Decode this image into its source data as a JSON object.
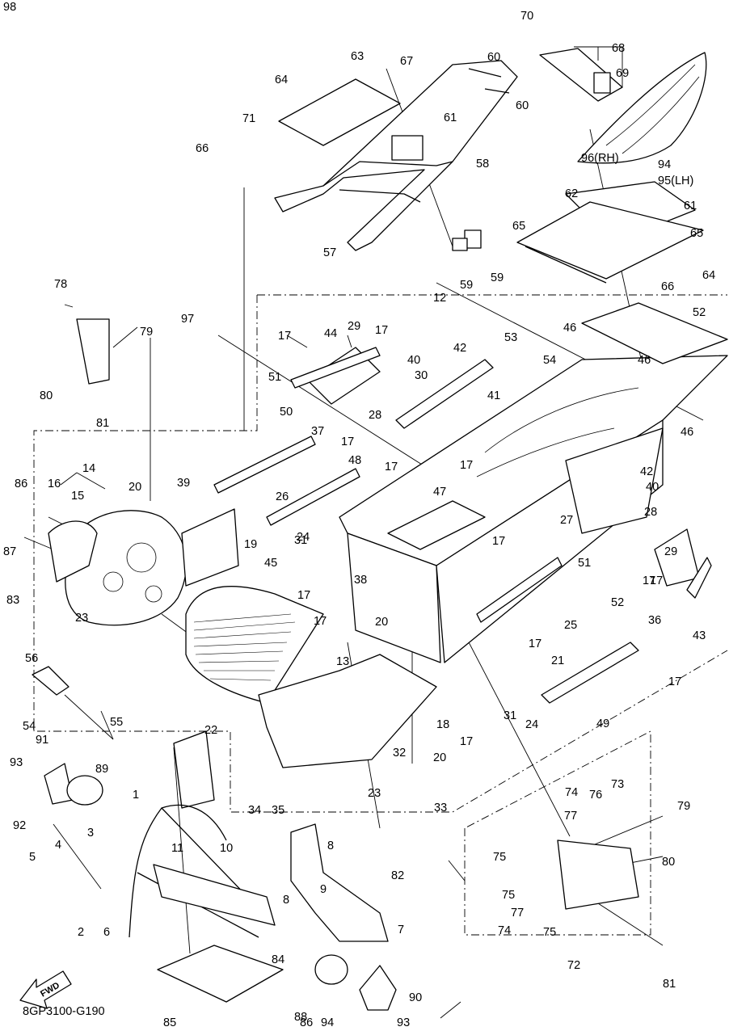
{
  "document_code": "8GP3100-G190",
  "fwd_label": "FWD",
  "callouts": [
    "1",
    "2",
    "3",
    "4",
    "5",
    "6",
    "7",
    "8",
    "8",
    "9",
    "10",
    "11",
    "12",
    "13",
    "14",
    "15",
    "16",
    "17",
    "17",
    "17",
    "17",
    "17",
    "17",
    "17",
    "17",
    "17",
    "17",
    "17",
    "17",
    "17",
    "18",
    "19",
    "20",
    "20",
    "20",
    "21",
    "22",
    "23",
    "23",
    "24",
    "24",
    "25",
    "26",
    "27",
    "28",
    "28",
    "29",
    "29",
    "30",
    "31",
    "31",
    "32",
    "33",
    "34",
    "35",
    "36",
    "37",
    "38",
    "39",
    "40",
    "40",
    "41",
    "42",
    "42",
    "43",
    "44",
    "45",
    "46",
    "46",
    "46",
    "47",
    "48",
    "49",
    "50",
    "51",
    "51",
    "52",
    "52",
    "53",
    "54",
    "54",
    "55",
    "56",
    "57",
    "58",
    "59",
    "59",
    "60",
    "60",
    "61",
    "61",
    "62",
    "63",
    "64",
    "64",
    "65",
    "65",
    "66",
    "66",
    "67",
    "68",
    "69",
    "70",
    "71",
    "72",
    "73",
    "74",
    "74",
    "75",
    "75",
    "75",
    "76",
    "77",
    "77",
    "78",
    "79",
    "79",
    "80",
    "80",
    "81",
    "81",
    "82",
    "83",
    "84",
    "85",
    "86",
    "86",
    "87",
    "88",
    "89",
    "90",
    "91",
    "92",
    "93",
    "93",
    "94",
    "94",
    "95(LH)",
    "96(RH)",
    "97",
    "98"
  ]
}
